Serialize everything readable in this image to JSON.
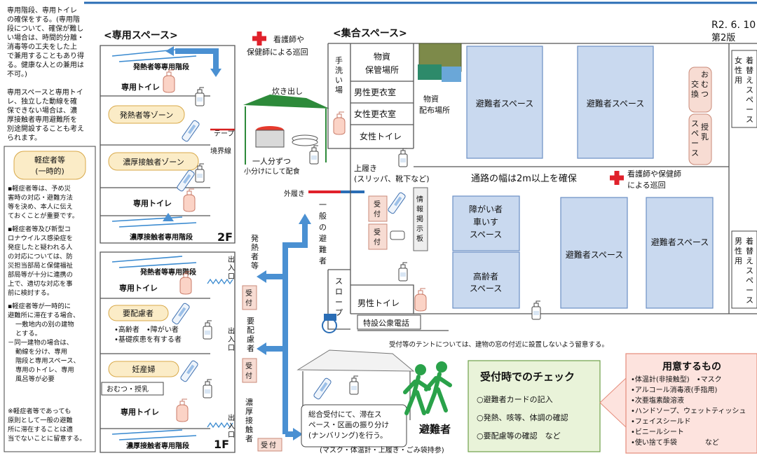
{
  "header": {
    "date": "R2. 6. 10",
    "version": "第2版"
  },
  "left_notes": {
    "note1": [
      "専用階段、専用トイレ",
      "の確保をする。(専用階",
      "段について、確保が難し",
      "い場合は、時間的分離・",
      "消毒等の工夫をした上",
      "で兼用することもあり得",
      "る。健康な人との兼用は",
      "不可。)"
    ],
    "note2": [
      "専用スペースと専用トイ",
      "レ、独立した動線を確",
      "保できない場合は、濃",
      "厚接触者専用避難所を",
      "別途開設することも考え",
      "られます。"
    ]
  },
  "mild_box": {
    "title": [
      "軽症者等",
      "(一時的)"
    ],
    "p1": [
      "▪軽症者等は、予め災",
      "害時の対応・避難方法",
      "等を決め、本人に伝え",
      "ておくことが重要です。"
    ],
    "p2": [
      "▪軽症者等及び新型コ",
      "ロナウイルス感染症を",
      "発症したと疑われる人",
      "の対応については、防",
      "災担当部局と保健福祉",
      "部局等が十分に連携の",
      "上で、適切な対応を事",
      "前に検討する。"
    ],
    "p3": [
      "▪軽症者等が一時的に",
      "避難所に滞在する場合、",
      "一敷地内の別の建物",
      "とする。",
      "－同一建物の場合は、",
      "動線を分け、専用",
      "階段と専用スペース、",
      "専用のトイレ、専用",
      "風呂等が必要"
    ],
    "p4": [
      "※軽症者等であっても",
      "原則として一般の避難",
      "所に滞在することは適",
      "当でないことに留意する。"
    ]
  },
  "dedicated": {
    "title": "<専用スペース>",
    "fever_stairs": "発熱者等専用階段",
    "toilet": "専用トイレ",
    "fever_zone": "発熱者等ゾーン",
    "contact_zone": "濃厚接触者ゾーン",
    "contact_stairs": "濃厚接触者専用階段",
    "floor2": "2F",
    "floor1": "1F",
    "care_title": "要配慮者",
    "care_items": [
      "•高齢者　•障がい者",
      "•基礎疾患を有する者"
    ],
    "pregnant": "妊産婦",
    "diaper_feed": "おむつ・授乳",
    "tape": "テープ",
    "boundary": "境界線"
  },
  "middle": {
    "nurse_round": [
      "看護師や",
      "保健師による巡回"
    ],
    "cooking": "炊き出し",
    "serving": [
      "一人分ずつ",
      "小分けにして配食"
    ],
    "outdoor_shoes": "外履き",
    "fever_entry": [
      "発",
      "熱",
      "者",
      "等"
    ],
    "care_entry": [
      "要",
      "配",
      "慮",
      "者"
    ],
    "contact_entry": [
      "濃",
      "厚",
      "接",
      "触",
      "者"
    ],
    "entrance": [
      "出",
      "入",
      "口"
    ],
    "reception": [
      "受",
      "付"
    ],
    "general": [
      "一",
      "般",
      "の",
      "避",
      "難",
      "者"
    ],
    "slope": [
      "ス",
      "ロ",
      "ー",
      "プ"
    ]
  },
  "common": {
    "title": "<集合スペース>",
    "handwash": [
      "手",
      "洗",
      "い",
      "場"
    ],
    "storage": [
      "物資",
      "保管場所"
    ],
    "male_change": "男性更衣室",
    "female_change": "女性更衣室",
    "female_toilet": "女性トイレ",
    "male_toilet": "男性トイレ",
    "supply_dist": [
      "物資",
      "配布場所"
    ],
    "evac_space": "避難者スペース",
    "slippers": [
      "上履き",
      "(スリッパ、靴下など)"
    ],
    "corridor": "通路の幅は2m以上を確保",
    "nurse_round2": [
      "看護師や保健師",
      "による巡回"
    ],
    "info_board": [
      "情",
      "報",
      "掲",
      "示",
      "板"
    ],
    "disabled": [
      "障がい者",
      "車いす",
      "スペース"
    ],
    "elderly": [
      "高齢者",
      "スペース"
    ],
    "diaper_change": [
      "お",
      "む",
      "つ"
    ],
    "diaper_change2": [
      "交",
      "換"
    ],
    "nursing": [
      "授",
      "乳"
    ],
    "nursing2": [
      "ス",
      "ペ",
      "ー",
      "ス"
    ],
    "female_changing": [
      "女",
      "性",
      "用"
    ],
    "male_changing": [
      "男",
      "性",
      "用"
    ],
    "changing_space": [
      "着",
      "替",
      "え",
      "ス",
      "ペ",
      "ー",
      "ス"
    ],
    "phone": "特設公衆電話"
  },
  "bottom": {
    "tent_note": "受付等のテントについては、建物の窓の付近に設置しないよう留意する。",
    "reception_note": [
      "総合受付にて、滞在ス",
      "ペース・区画の振り分け",
      "(ナンバリング)を行う。"
    ],
    "evacuee": "避難者",
    "evacuee_note": "(マスク・体温計・上履き・ごみ袋持参)",
    "check_title": "受付時でのチェック",
    "check_items": [
      "○避難者カードの記入",
      "○発熱、咳等、体調の確認",
      "○要配慮等の確認　など"
    ],
    "prepare_title": "用意するもの",
    "prepare_items": [
      "•体温計(非接触型)　•マスク",
      "•アルコール消毒液(手指用)",
      "•次亜塩素酸溶液",
      "•ハンドソープ、ウェットティッシュ",
      "•フェイスシールド",
      "•ビニールシート",
      "•使い捨て手袋　　　　など"
    ]
  },
  "colors": {
    "blue_space": "#c9d9ef",
    "pill": "#fbecc7",
    "pink": "#f7dcd3",
    "green": "#e9f3d9",
    "prep_red": "#fde3de",
    "arrow": "#4a90d2"
  }
}
